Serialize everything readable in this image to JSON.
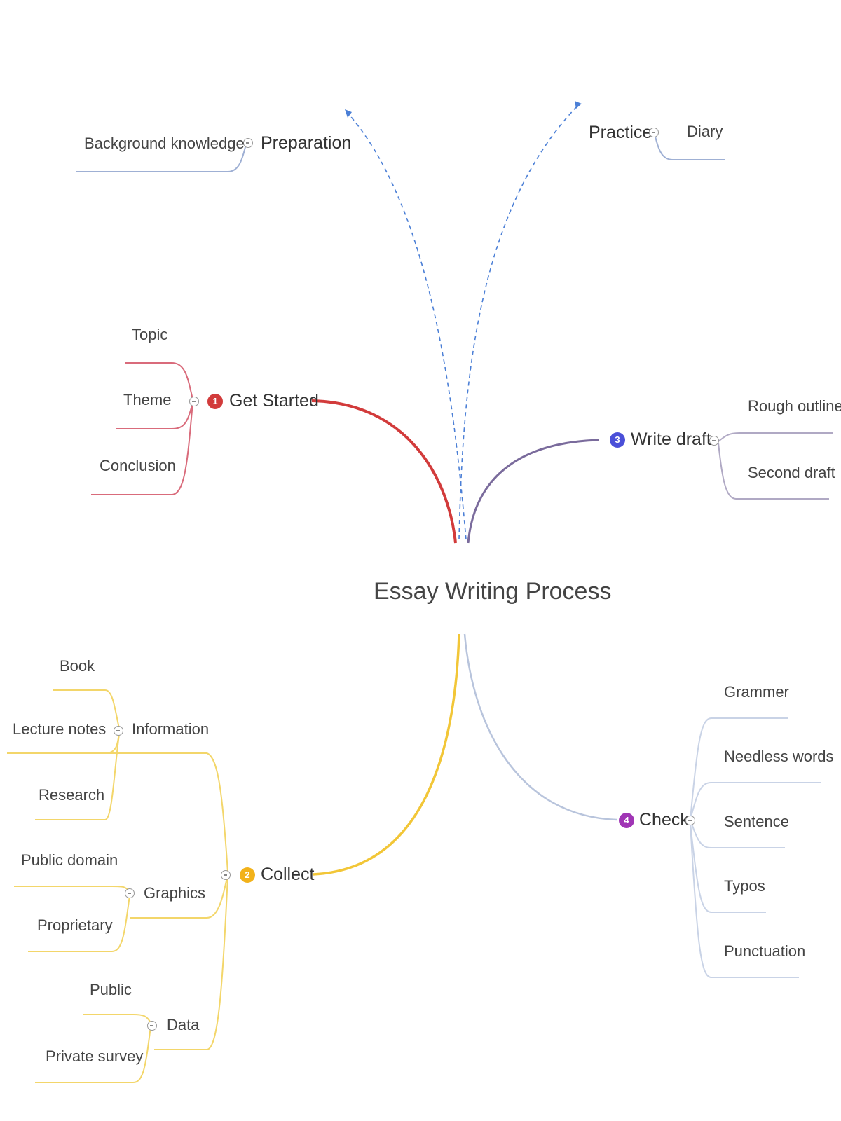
{
  "colors": {
    "get_started": "#d23b3b",
    "write_draft": "#4a4fd8",
    "collect": "#f2b21a",
    "check": "#a035b5",
    "preparation_link": "#4b7fd6",
    "check_line": "#b8c4dc",
    "draft_line": "#7a6b9c"
  },
  "center": {
    "title": "Essay Writing Process"
  },
  "get_started": {
    "number": "1",
    "label": "Get Started",
    "children": [
      "Topic",
      "Theme",
      "Conclusion"
    ]
  },
  "collect": {
    "number": "2",
    "label": "Collect",
    "information": {
      "label": "Information",
      "children": [
        "Book",
        "Lecture notes",
        "Research"
      ]
    },
    "graphics": {
      "label": "Graphics",
      "children": [
        "Public domain",
        "Proprietary"
      ]
    },
    "data": {
      "label": "Data",
      "children": [
        "Public",
        "Private survey"
      ]
    }
  },
  "write_draft": {
    "number": "3",
    "label": "Write draft",
    "children": [
      "Rough outline",
      "Second draft"
    ]
  },
  "check": {
    "number": "4",
    "label": "Check",
    "children": [
      "Grammer",
      "Needless words",
      "Sentence",
      "Typos",
      "Punctuation"
    ]
  },
  "preparation": {
    "label": "Preparation",
    "children": [
      "Background knowledge"
    ]
  },
  "practice": {
    "label": "Practice",
    "children": [
      "Diary"
    ]
  }
}
